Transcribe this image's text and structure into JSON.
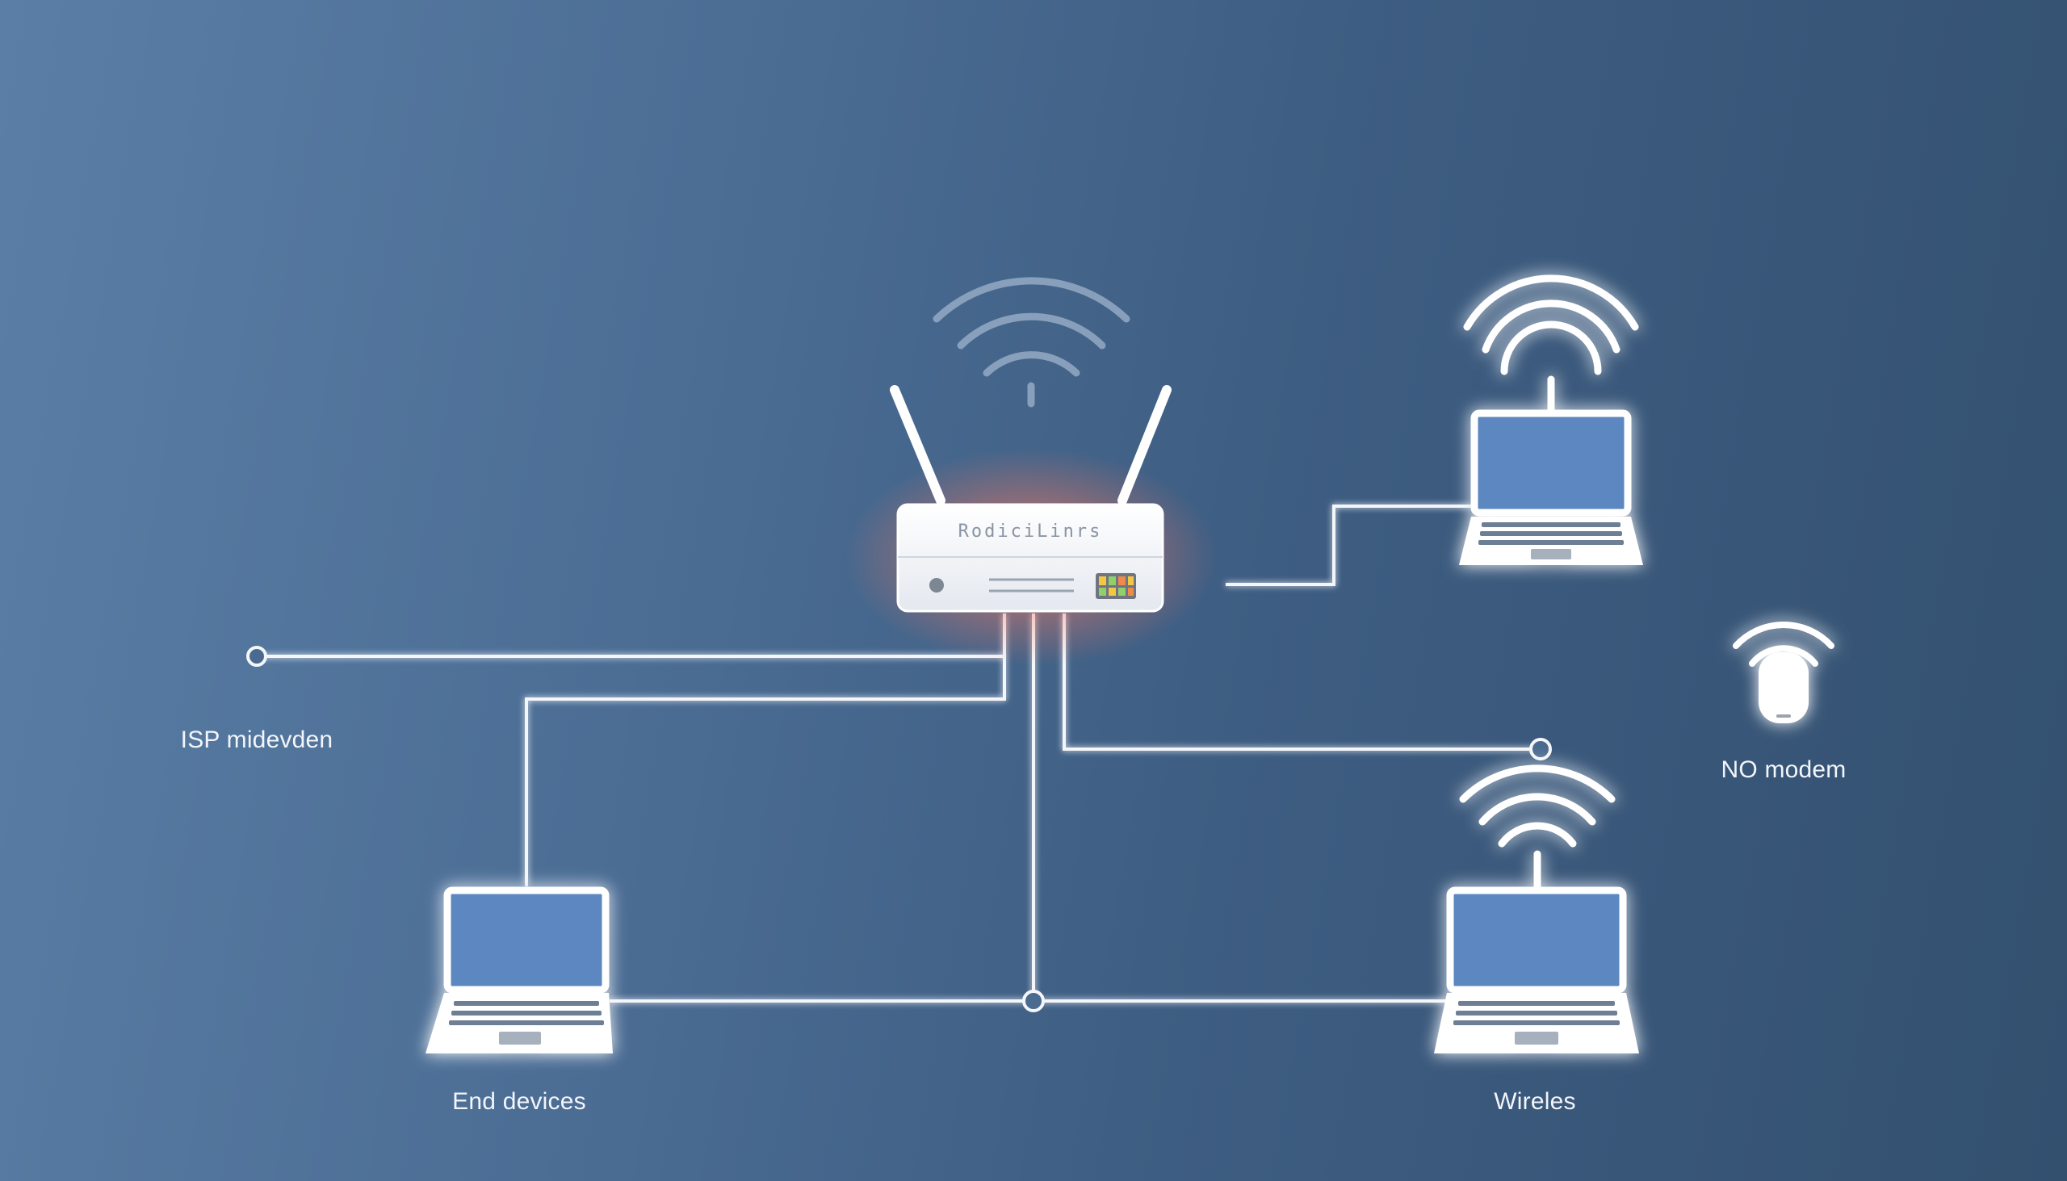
{
  "router": {
    "brand": "RodiciLinrs"
  },
  "labels": {
    "isp": "ISP midevden",
    "no_modem": "NO modem",
    "end_devices": "End devices",
    "wireless": "Wireles"
  },
  "colors": {
    "background_start": "#5a7ea6",
    "background_end": "#33506f",
    "line": "#f4f6fa",
    "screen": "#5b87c0",
    "router_glow": "#ff8a6e"
  }
}
